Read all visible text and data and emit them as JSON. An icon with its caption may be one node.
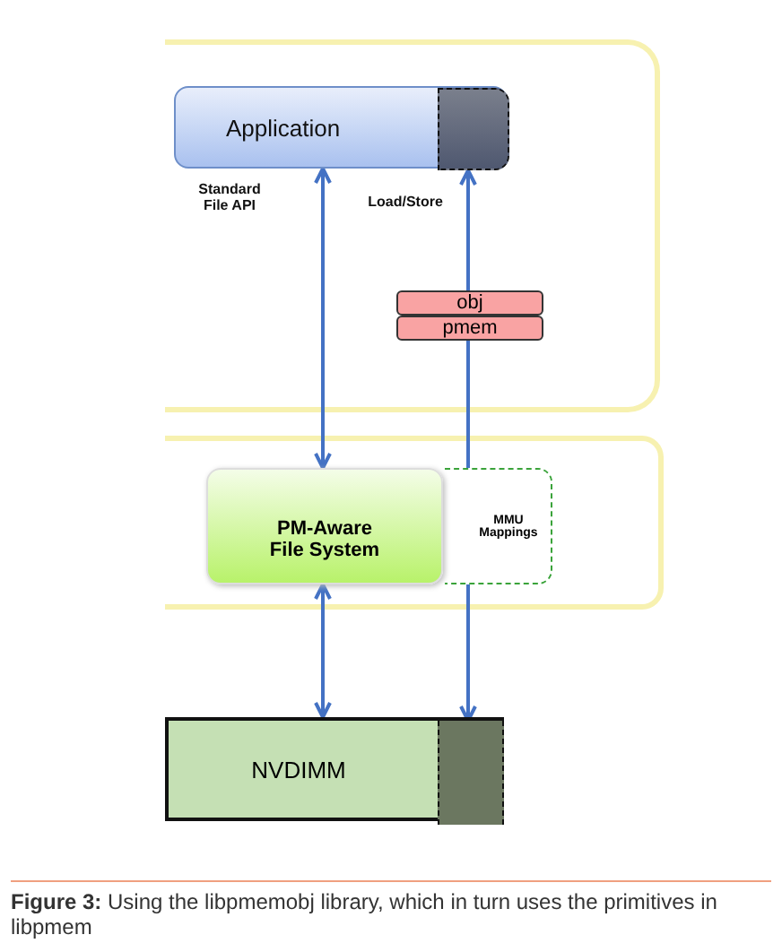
{
  "diagram": {
    "caption": "**Figure 3:** Using the libpmemobj library, which in turn uses the primitives in libpmem",
    "nodes": [
      {
        "text": [],
        "shape": "box"
      },
      {
        "text": [
          "Application"
        ],
        "in": 0
      },
      {
        "text": [],
        "shape": "box",
        "in": 1
      },
      {
        "text": [
          "obj"
        ],
        "in": 0
      },
      {
        "text": [
          "pmem"
        ],
        "in": 0
      },
      {
        "text": [],
        "shape": "box"
      },
      {
        "text": [
          "PM-Aware File System"
        ],
        "in": 5
      },
      {
        "text": [
          "MMU Mappings"
        ],
        "in": 5
      },
      {
        "text": [
          "NVDIMM"
        ]
      },
      {
        "text": [],
        "shape": "box",
        "in": 8
      }
    ],
    "edges": [
      {
        "from": 6,
        "to": 1,
        "arrow": "both"
      },
      {
        "from": 3,
        "to": 2,
        "arrow": "to"
      },
      {
        "from": 4,
        "to": 7,
        "arrow": "none"
      },
      {
        "from": 7,
        "to": 9,
        "arrow": "to"
      },
      {
        "from": 6,
        "to": 8,
        "arrow": "both"
      }
    ],
    "labels": [
      "Standard File API",
      "Load/Store"
    ]
  }
}
